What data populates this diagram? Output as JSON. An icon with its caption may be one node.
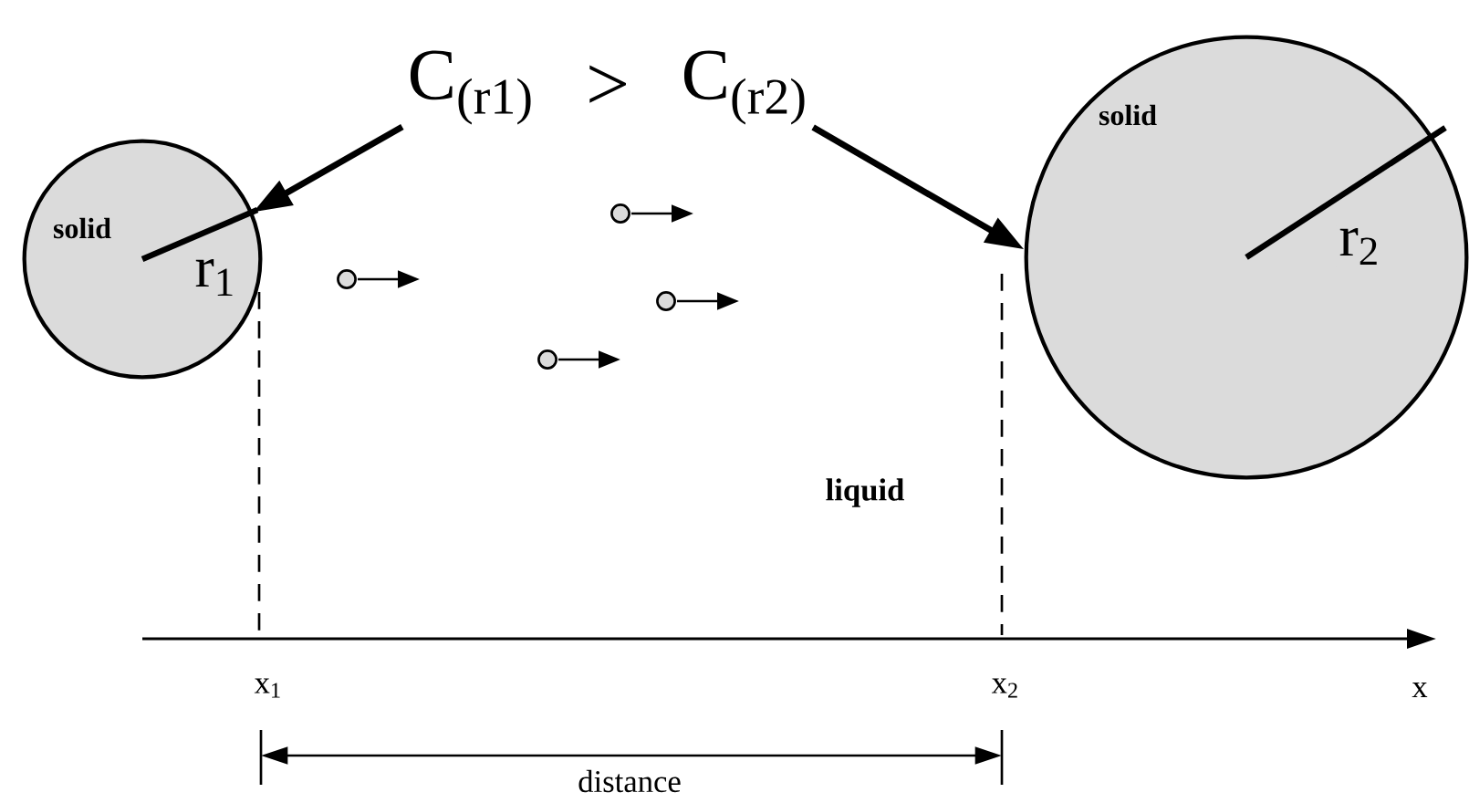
{
  "diagram": {
    "nodes": [
      {
        "text": [
          "solid",
          "r$_{1}$"
        ]
      },
      {
        "text": [
          "solid",
          "r$_{2}$"
        ]
      },
      {
        "text": [
          "C$_{(r1)}$"
        ]
      },
      {
        "text": [
          "C$_{(r2)}$"
        ]
      }
    ],
    "edges": [
      {
        "from": 2,
        "to": 0,
        "arrow": "to"
      },
      {
        "from": 3,
        "to": 1,
        "arrow": "to"
      }
    ],
    "labels": [
      ">",
      "liquid",
      "x$_{1}$",
      "x$_{2}$",
      "x",
      "distance"
    ]
  }
}
